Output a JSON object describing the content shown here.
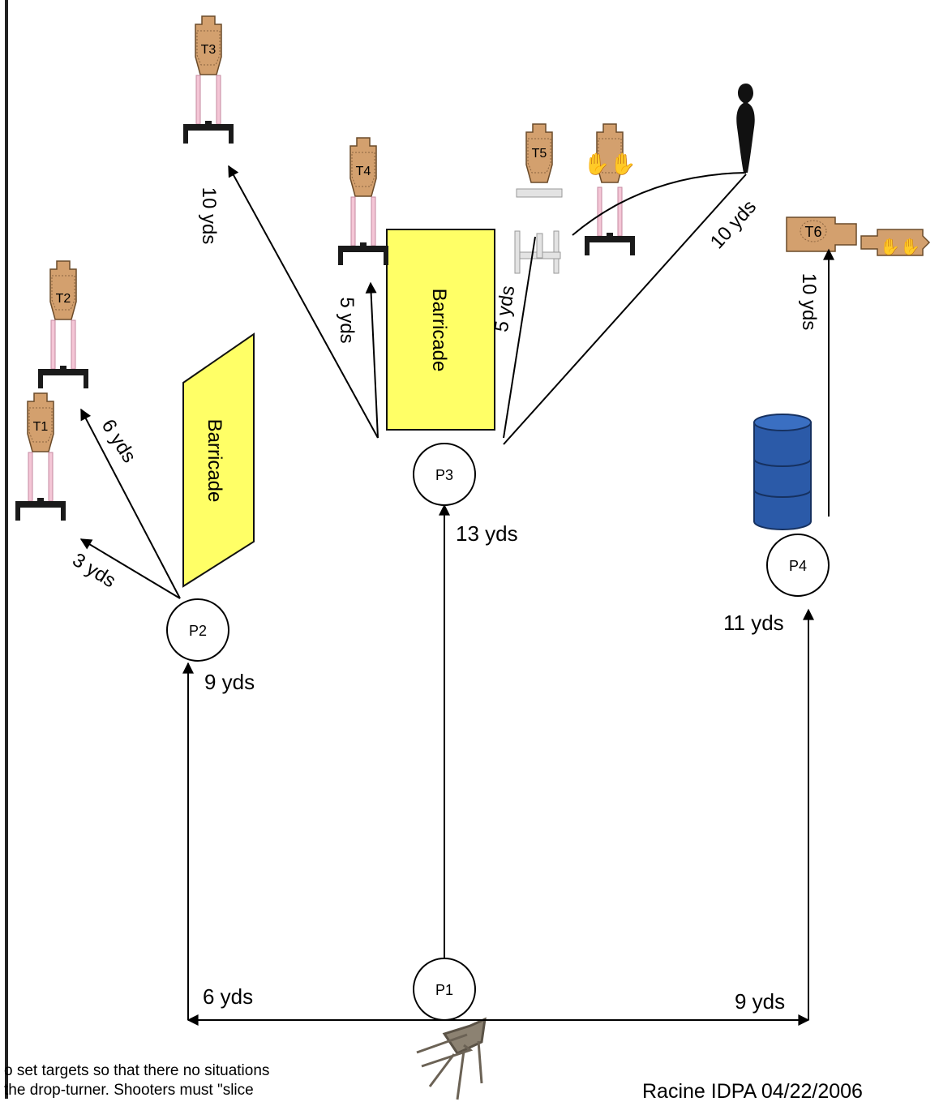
{
  "stage": {
    "barricade_labels": [
      "Barricade",
      "Barricade"
    ],
    "positions": [
      "P1",
      "P2",
      "P3",
      "P4"
    ],
    "targets": [
      "T1",
      "T2",
      "T3",
      "T4",
      "T5",
      "T6"
    ],
    "distances": {
      "p1_left": "6 yds",
      "p1_right": "9 yds",
      "p2": "9 yds",
      "p3": "13 yds",
      "p4": "11 yds",
      "p2_t1": "3 yds",
      "p2_t2": "6 yds",
      "p3_t3": "10 yds",
      "p3_t4": "5 yds",
      "p3_t5": "5 yds",
      "p3_turner": "10 yds",
      "p4_t6": "10 yds"
    }
  },
  "notes": {
    "line1": "o set targets so that there no situations",
    "line2": "the drop-turner. Shooters must \"slice"
  },
  "footer": {
    "credit": "Racine IDPA 04/22/2006"
  },
  "colors": {
    "barricade_fill": "#ffff66",
    "target_fill": "#d3a06e",
    "barrel_blue": "#2b5aa8",
    "stand_black": "#1a1a1a"
  }
}
